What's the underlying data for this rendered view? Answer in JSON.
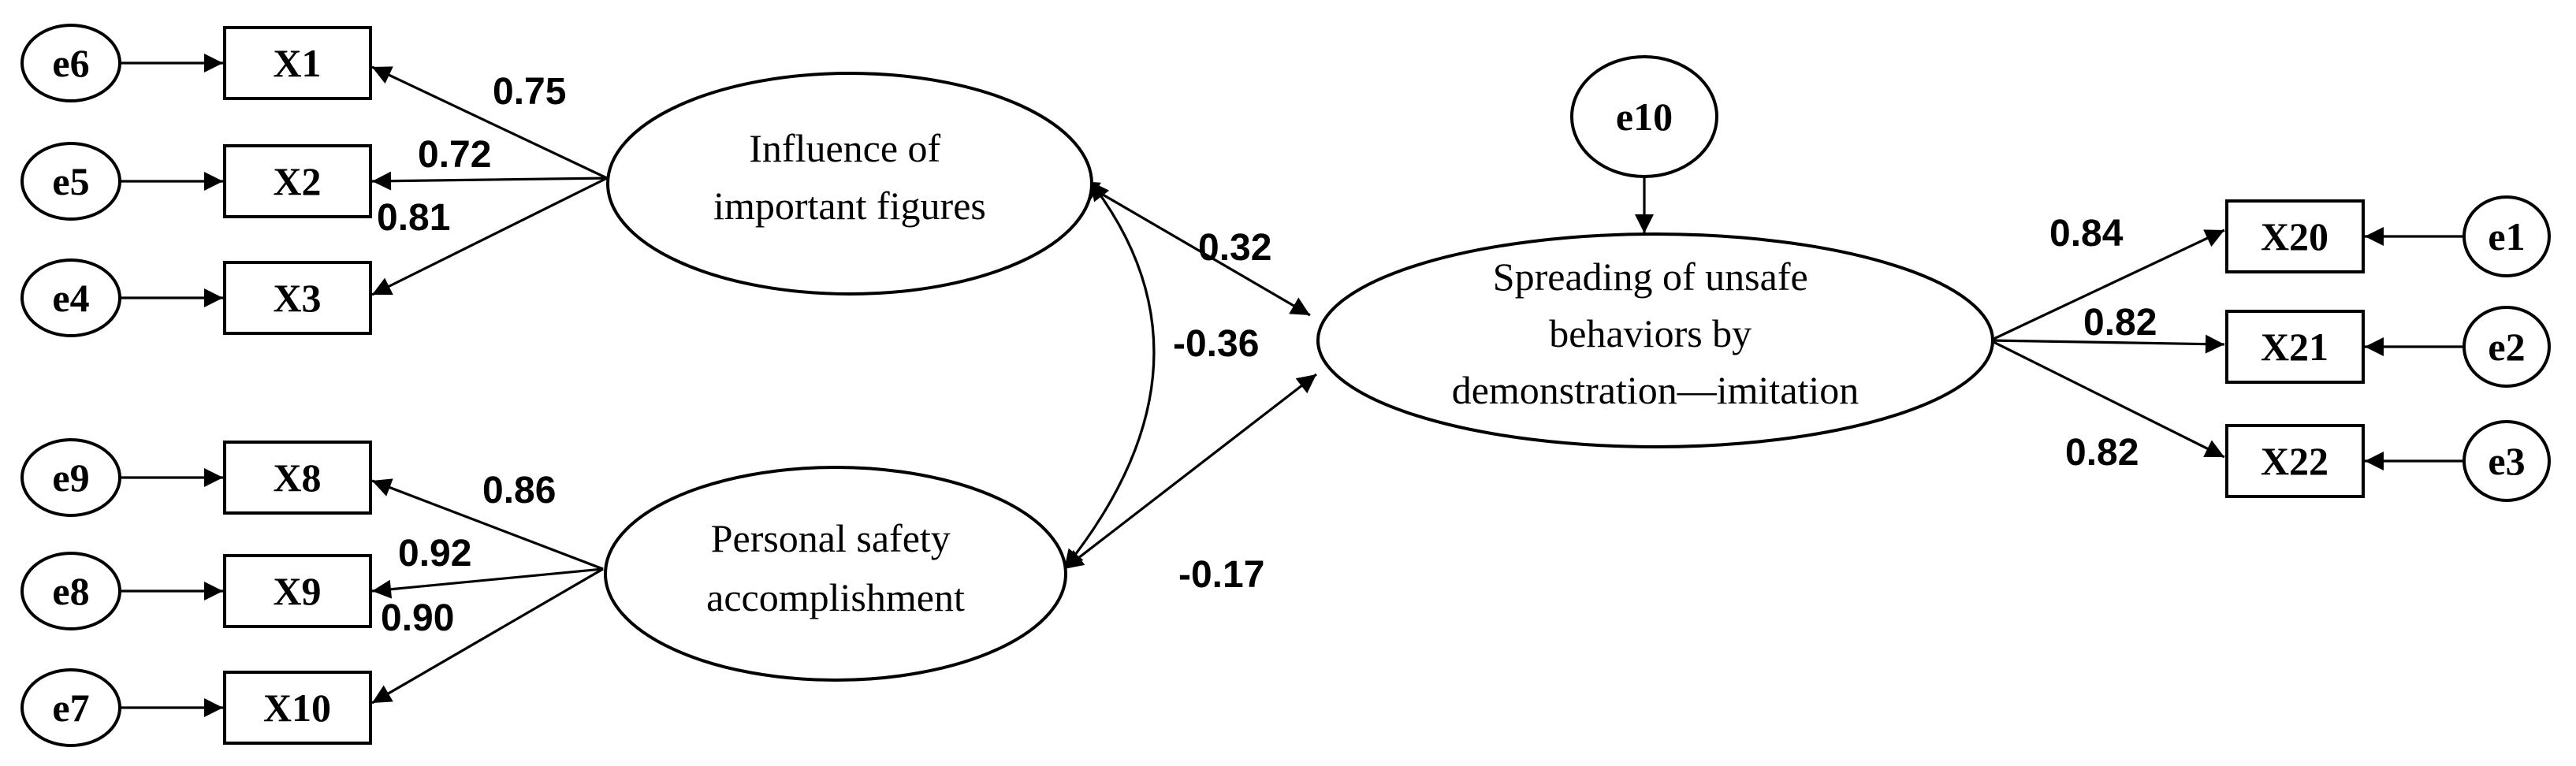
{
  "errors": {
    "e1": "e1",
    "e2": "e2",
    "e3": "e3",
    "e4": "e4",
    "e5": "e5",
    "e6": "e6",
    "e7": "e7",
    "e8": "e8",
    "e9": "e9",
    "e10": "e10"
  },
  "indicators": {
    "x1": "X1",
    "x2": "X2",
    "x3": "X3",
    "x8": "X8",
    "x9": "X9",
    "x10": "X10",
    "x20": "X20",
    "x21": "X21",
    "x22": "X22"
  },
  "latents": {
    "influence": [
      "Influence of",
      "important figures"
    ],
    "personal": [
      "Personal safety",
      "accomplishment"
    ],
    "spreading": [
      "Spreading of unsafe",
      "behaviors by",
      "demonstration—imitation"
    ]
  },
  "loadings": {
    "x1": "0.75",
    "x2": "0.72",
    "x3": "0.81",
    "x8": "0.86",
    "x9": "0.92",
    "x10": "0.90",
    "x20": "0.84",
    "x21": "0.82",
    "x22": "0.82"
  },
  "paths": {
    "influence_to_spreading": "0.32",
    "influence_personal_cov": "-0.36",
    "personal_to_spreading": "-0.17"
  }
}
